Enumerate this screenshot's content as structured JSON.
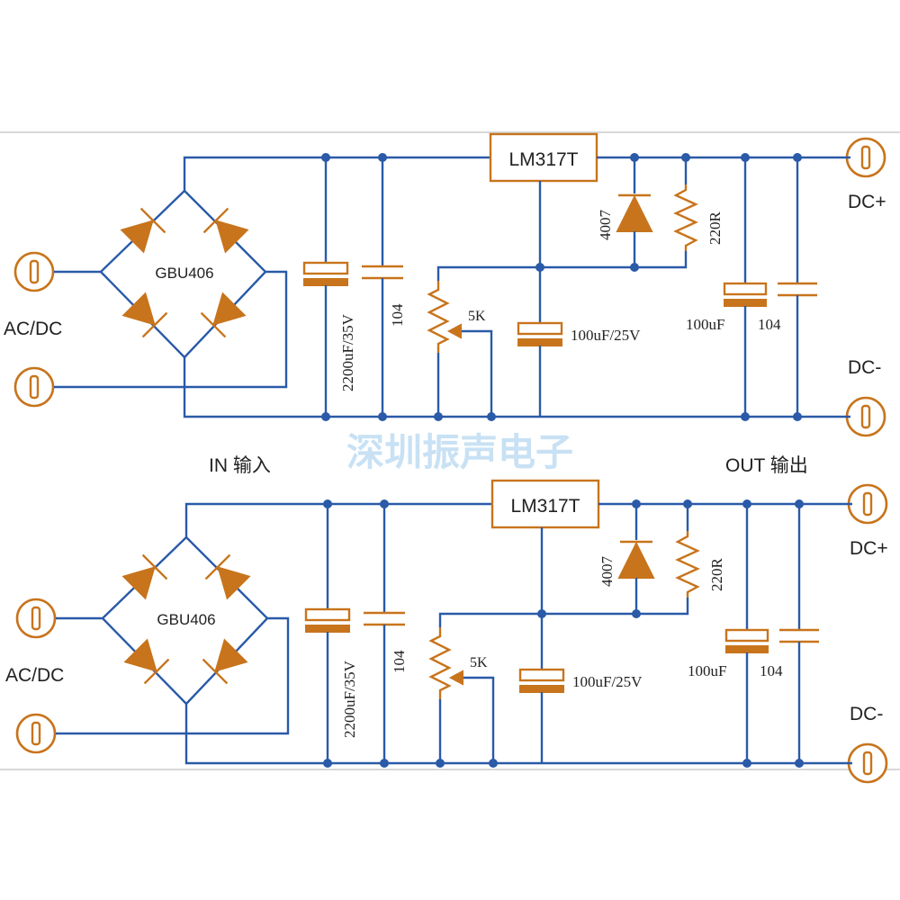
{
  "colors": {
    "wire": "#2a5aa8",
    "component": "#c8741c",
    "watermark": "#9cc9ec"
  },
  "watermark": "深圳振声电子",
  "section_labels": {
    "input": "IN 输入",
    "output": "OUT 输出"
  },
  "circuits": [
    {
      "regulator": "LM317T",
      "bridge": "GBU406",
      "input_label": "AC/DC",
      "input_cap": "2200uF/35V",
      "input_ceramic": "104",
      "pot": "5K",
      "adj_cap": "100uF/25V",
      "diode": "4007",
      "resistor": "220R",
      "output_cap": "100uF",
      "output_ceramic": "104",
      "out_pos": "DC+",
      "out_neg": "DC-"
    },
    {
      "regulator": "LM317T",
      "bridge": "GBU406",
      "input_label": "AC/DC",
      "input_cap": "2200uF/35V",
      "input_ceramic": "104",
      "pot": "5K",
      "adj_cap": "100uF/25V",
      "diode": "4007",
      "resistor": "220R",
      "output_cap": "100uF",
      "output_ceramic": "104",
      "out_pos": "DC+",
      "out_neg": "DC-"
    }
  ]
}
